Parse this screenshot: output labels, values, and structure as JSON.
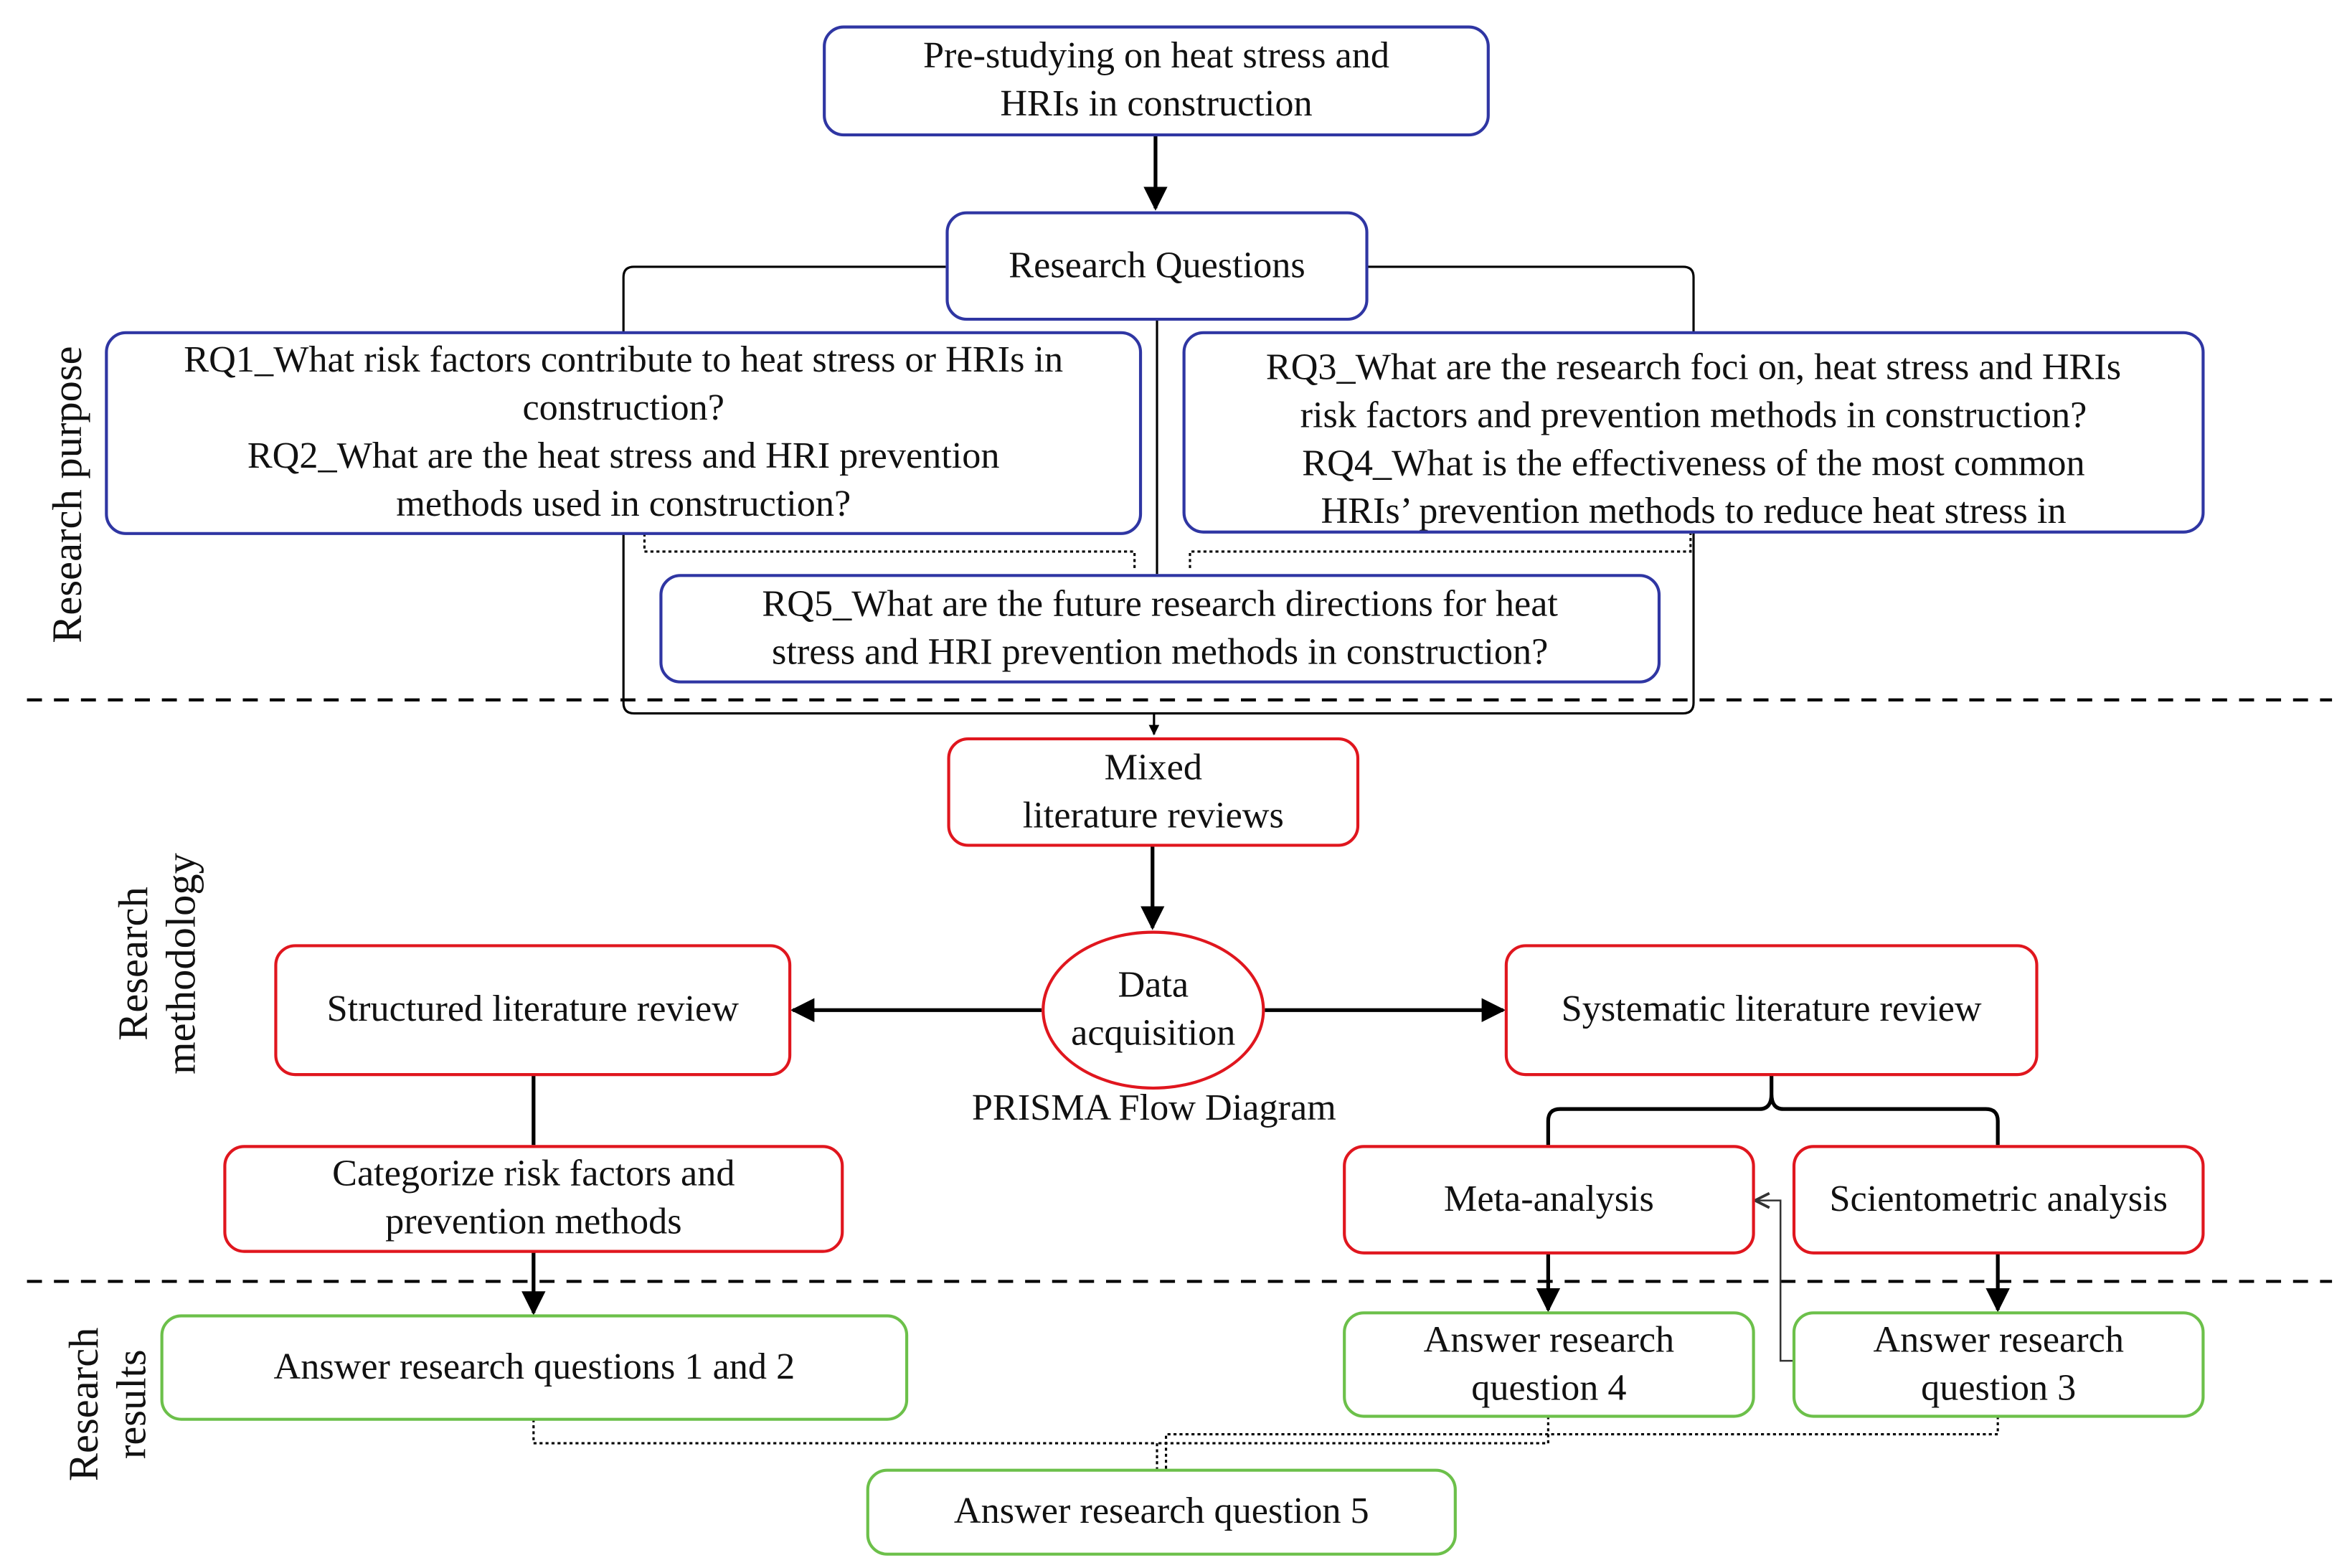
{
  "colors": {
    "purpose_border": "#2f36a3",
    "methodology_border": "#e0161e",
    "results_border": "#6cc04a",
    "line": "#000000"
  },
  "sections": {
    "purpose": "Research purpose",
    "methodology": "Research\nmethodology",
    "results": "Research\nresults"
  },
  "nodes": {
    "prestudy": "Pre-studying on heat stress and\nHRIs in construction",
    "research_questions": "Research Questions",
    "rq1_rq2": "RQ1_What risk factors contribute to heat stress or HRIs in\nconstruction?\nRQ2_What are the heat stress and HRI prevention\nmethods used in construction?",
    "rq3_rq4": "RQ3_What are the research foci on, heat stress and HRIs\nrisk factors and prevention methods in construction?\nRQ4_What is the effectiveness of the most common\nHRIs’ prevention methods to reduce heat stress in",
    "rq5": "RQ5_What are the future research directions for heat\nstress and HRI prevention methods in construction?",
    "mixed_review": "Mixed\nliterature reviews",
    "data_acquisition": "Data\nacquisition",
    "prisma": "PRISMA Flow Diagram",
    "structured_review": "Structured literature review",
    "systematic_review": "Systematic literature review",
    "categorize": "Categorize risk factors and\nprevention methods",
    "meta_analysis": "Meta-analysis",
    "scientometric": "Scientometric analysis",
    "answer_q12": "Answer research questions 1 and 2",
    "answer_q4": "Answer research\nquestion 4",
    "answer_q3": "Answer research\nquestion 3",
    "answer_q5": "Answer research question 5"
  }
}
